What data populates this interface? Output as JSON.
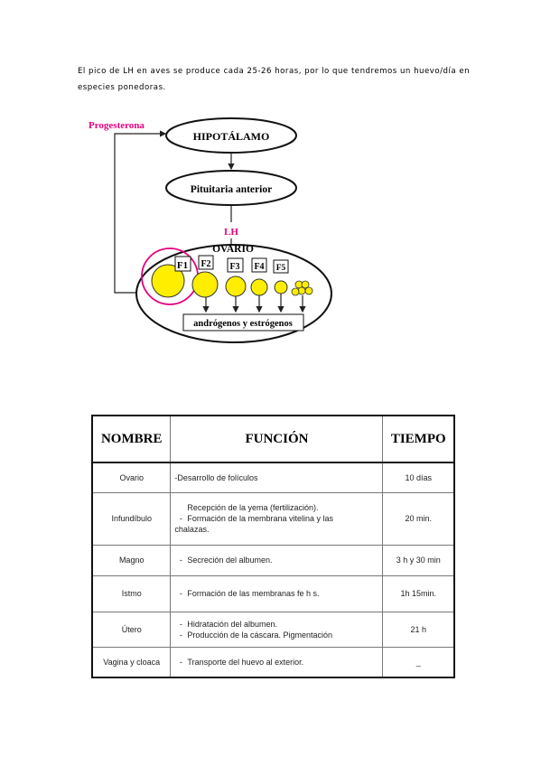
{
  "intro": "El pico de LH en aves se produce cada 25-26 horas, por lo que tendremos un huevo/día en especies ponedoras.",
  "diagram": {
    "progesterona": "Progesterona",
    "hipotalamo": "HIPOTÁLAMO",
    "pituitaria": "Pituitaria anterior",
    "lh": "LH",
    "ovario": "OVARIO",
    "follicles": [
      "F1",
      "F2",
      "F3",
      "F4",
      "F5"
    ],
    "hormones": "andrógenos y estrógenos",
    "colors": {
      "progesterona": "#e6007e",
      "lh": "#e6007e",
      "circle": "#e6007e",
      "follicle": "#ffee00"
    }
  },
  "table": {
    "headers": [
      "NOMBRE",
      "FUNCIÓN",
      "TIEMPO"
    ],
    "rows": [
      {
        "nombre": "Ovario",
        "funcion": [
          "-Desarrollo de folículos"
        ],
        "tiempo": "10 días"
      },
      {
        "nombre": "Infundíbulo",
        "funcion": [
          "Recepción de la yema (fertilización).",
          "Formación de la membrana vitelina y las",
          "chalazas."
        ],
        "tiempo": "20 min."
      },
      {
        "nombre": "Magno",
        "funcion": [
          "Secreción del albumen."
        ],
        "tiempo": "3 h y 30 min"
      },
      {
        "nombre": "Istmo",
        "funcion": [
          "Formación de las membranas fe h   s."
        ],
        "tiempo": "1h 15min."
      },
      {
        "nombre": "Útero",
        "funcion": [
          "Hidratación del albumen.",
          "Producción de la cáscara. Pigmentación"
        ],
        "tiempo": "21 h"
      },
      {
        "nombre": "Vagina y cloaca",
        "funcion": [
          "Transporte del huevo al exterior."
        ],
        "tiempo": "_"
      }
    ]
  }
}
